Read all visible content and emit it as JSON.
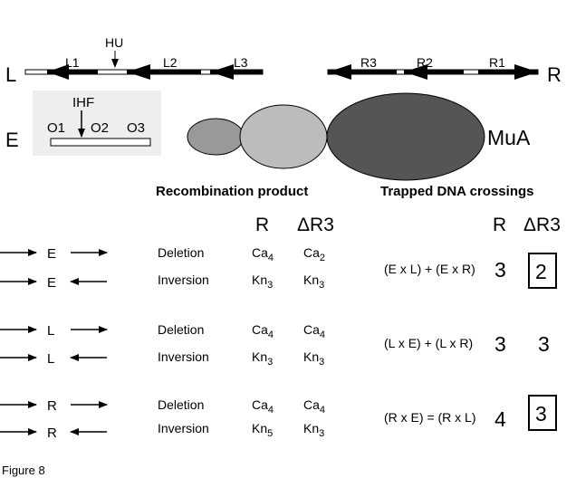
{
  "figure_label": "Figure 8",
  "top": {
    "L_end": "L",
    "R_end": "R",
    "E_label": "E",
    "HU": "HU",
    "IHF": "IHF",
    "L_sites": [
      "L1",
      "L2",
      "L3"
    ],
    "R_sites": [
      "R3",
      "R2",
      "R1"
    ],
    "O_sites": [
      "O1",
      "O2",
      "O3"
    ],
    "MuA": "MuA"
  },
  "headers": {
    "recombination_product": "Recombination product",
    "trapped_crossings": "Trapped DNA crossings",
    "R": "R",
    "dR3": "ΔR3"
  },
  "groups": [
    {
      "site": "E",
      "rows": [
        {
          "type": "Deletion",
          "orient": "direct",
          "R": {
            "base": "Ca",
            "sub": "4"
          },
          "dR3": {
            "base": "Ca",
            "sub": "2"
          }
        },
        {
          "type": "Inversion",
          "orient": "inverted",
          "R": {
            "base": "Kn",
            "sub": "3"
          },
          "dR3": {
            "base": "Kn",
            "sub": "3"
          }
        }
      ],
      "crossings": "(E x L) + (E x R)",
      "R_count": "3",
      "dR3_count": "2",
      "dR3_boxed": true
    },
    {
      "site": "L",
      "rows": [
        {
          "type": "Deletion",
          "orient": "direct",
          "R": {
            "base": "Ca",
            "sub": "4"
          },
          "dR3": {
            "base": "Ca",
            "sub": "4"
          }
        },
        {
          "type": "Inversion",
          "orient": "inverted",
          "R": {
            "base": "Kn",
            "sub": "3"
          },
          "dR3": {
            "base": "Kn",
            "sub": "3"
          }
        }
      ],
      "crossings": "(L x E) + (L x R)",
      "R_count": "3",
      "dR3_count": "3",
      "dR3_boxed": false
    },
    {
      "site": "R",
      "rows": [
        {
          "type": "Deletion",
          "orient": "direct",
          "R": {
            "base": "Ca",
            "sub": "4"
          },
          "dR3": {
            "base": "Ca",
            "sub": "4"
          }
        },
        {
          "type": "Inversion",
          "orient": "inverted",
          "R": {
            "base": "Kn",
            "sub": "5"
          },
          "dR3": {
            "base": "Kn",
            "sub": "3"
          }
        }
      ],
      "crossings": "(R x E) = (R x L)",
      "R_count": "4",
      "dR3_count": "3",
      "dR3_boxed": true
    }
  ],
  "colors": {
    "domain1": "#999999",
    "domain2": "#bcbcbc",
    "domain3": "#555555",
    "ihf_box_bg": "#eeeeee"
  }
}
